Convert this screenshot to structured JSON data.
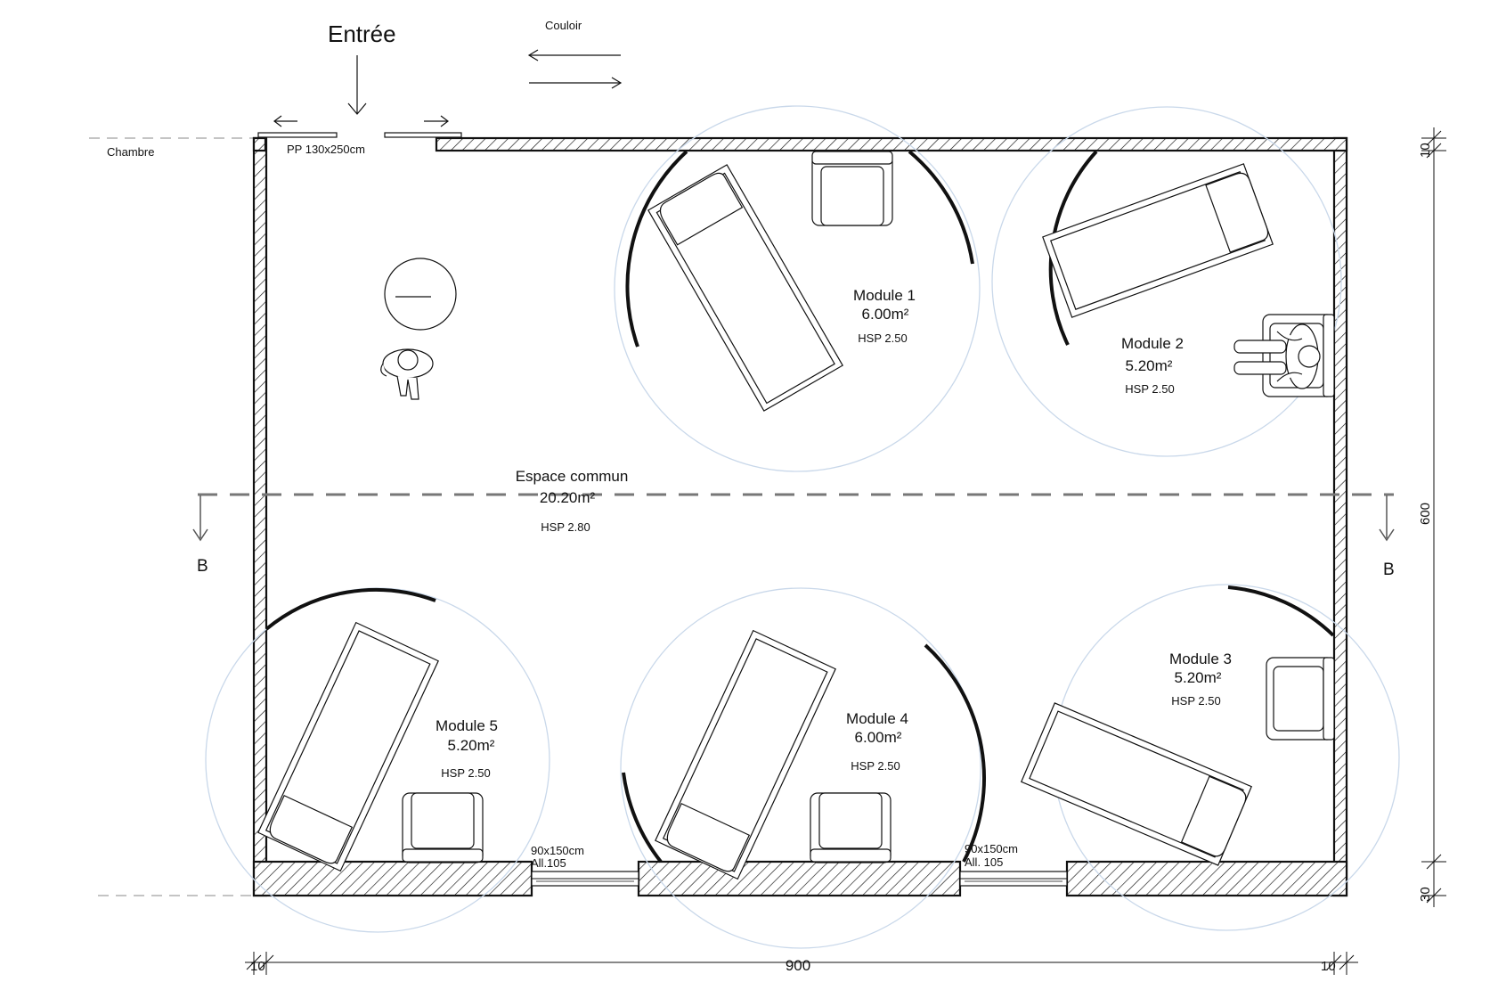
{
  "entrance": {
    "label": "Entrée",
    "door": "PP 130x250cm"
  },
  "corridor": {
    "label": "Couloir"
  },
  "chambre": {
    "label": "Chambre"
  },
  "common_space": {
    "name": "Espace commun",
    "area": "20.20m²",
    "hsp": "HSP 2.80"
  },
  "modules": [
    {
      "name": "Module 1",
      "area": "6.00m²",
      "hsp": "HSP 2.50"
    },
    {
      "name": "Module 2",
      "area": "5.20m²",
      "hsp": "HSP 2.50"
    },
    {
      "name": "Module 3",
      "area": "5.20m²",
      "hsp": "HSP 2.50"
    },
    {
      "name": "Module 4",
      "area": "6.00m²",
      "hsp": "HSP 2.50"
    },
    {
      "name": "Module 5",
      "area": "5.20m²",
      "hsp": "HSP 2.50"
    }
  ],
  "windows": [
    {
      "size": "90x150cm",
      "sill": "All.105"
    },
    {
      "size": "90x150cm",
      "sill": "All. 105"
    }
  ],
  "section": {
    "left": "B",
    "right": "B"
  },
  "dimensions": {
    "top_wall": "10",
    "height": "600",
    "bottom_wall": "30",
    "left_wall": "10",
    "width": "900",
    "right_wall": "10"
  }
}
